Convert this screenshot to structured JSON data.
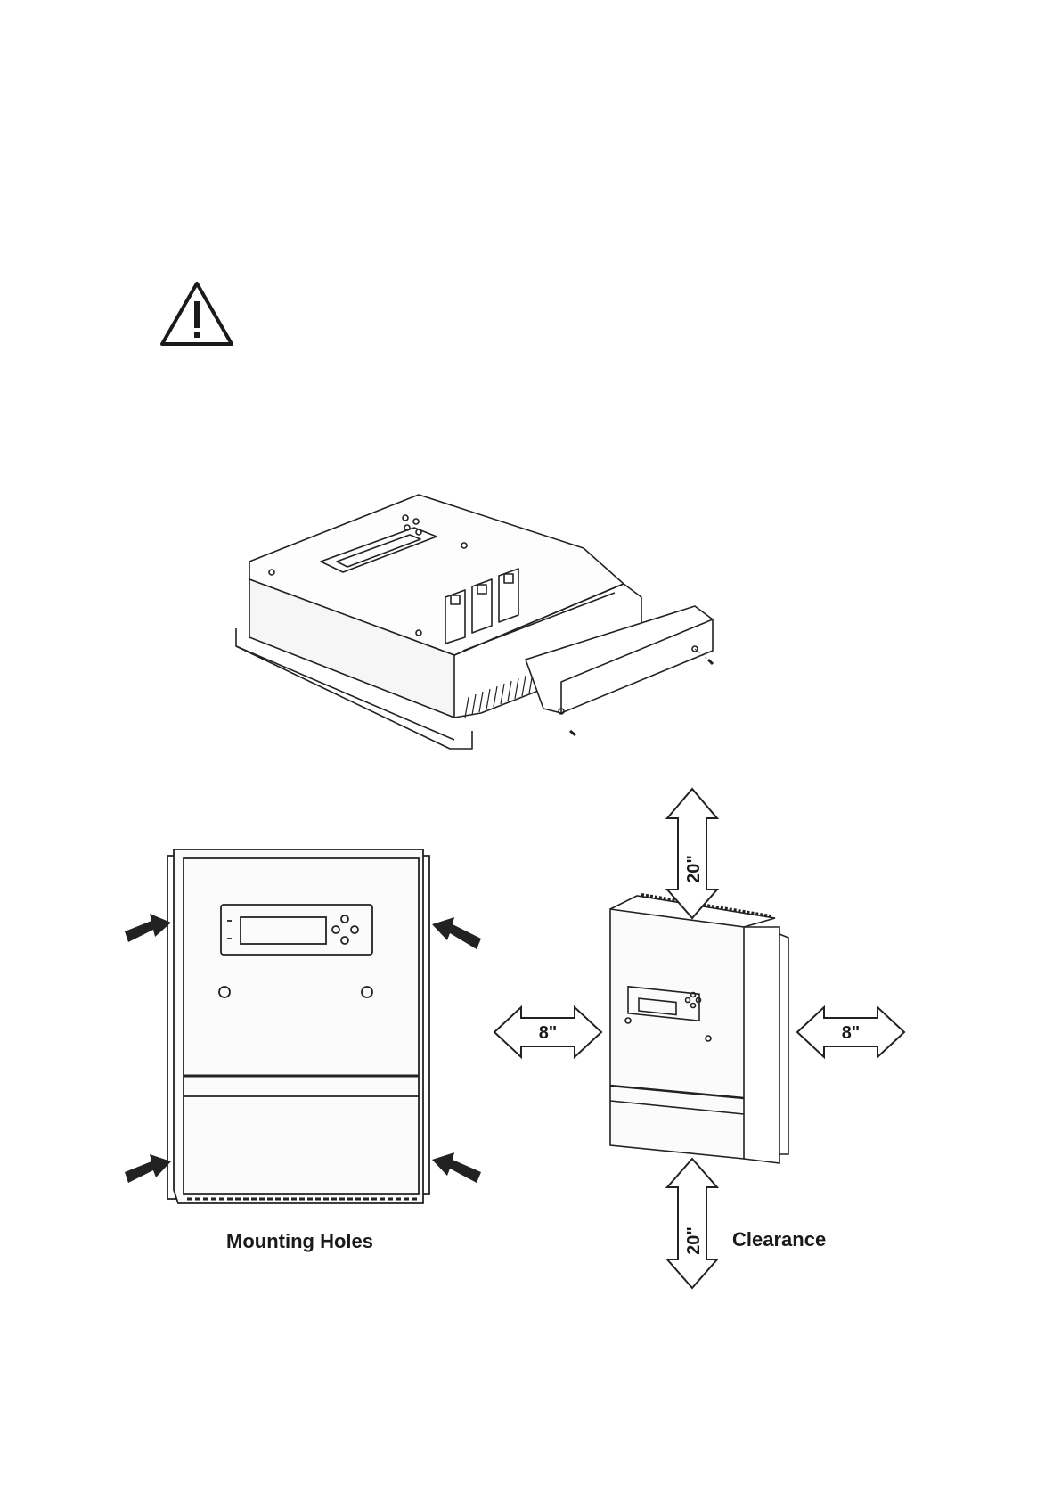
{
  "warning": {
    "icon": "warning-triangle-icon"
  },
  "figure_top": {
    "icon": "charge-controller-open-cover-icon"
  },
  "figure_mounting": {
    "icon": "charge-controller-front-icon",
    "caption": "Mounting Holes"
  },
  "figure_clearance": {
    "icon": "charge-controller-perspective-icon",
    "top": "20\"",
    "bottom": "20\"",
    "left": "8\"",
    "right": "8\"",
    "caption": "Clearance"
  }
}
